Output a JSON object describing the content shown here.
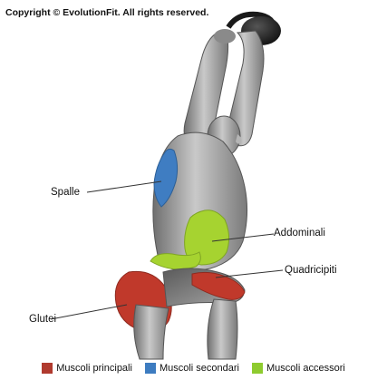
{
  "copyright": "Copyright © EvolutionFit. All rights reserved.",
  "labels": {
    "spalle": "Spalle",
    "addominali": "Addominali",
    "quadricipiti": "Quadricipiti",
    "glutei": "Glutei"
  },
  "legend": [
    {
      "label": "Muscoli principali",
      "color": "#b03a2e"
    },
    {
      "label": "Muscoli secondari",
      "color": "#3d7cc0"
    },
    {
      "label": "Muscoli accessori",
      "color": "#8ecb2f"
    }
  ],
  "colors": {
    "primary": "#c0392b",
    "secondary": "#3f7dc2",
    "accessory": "#a6d330",
    "body": "#9a9a9a"
  }
}
